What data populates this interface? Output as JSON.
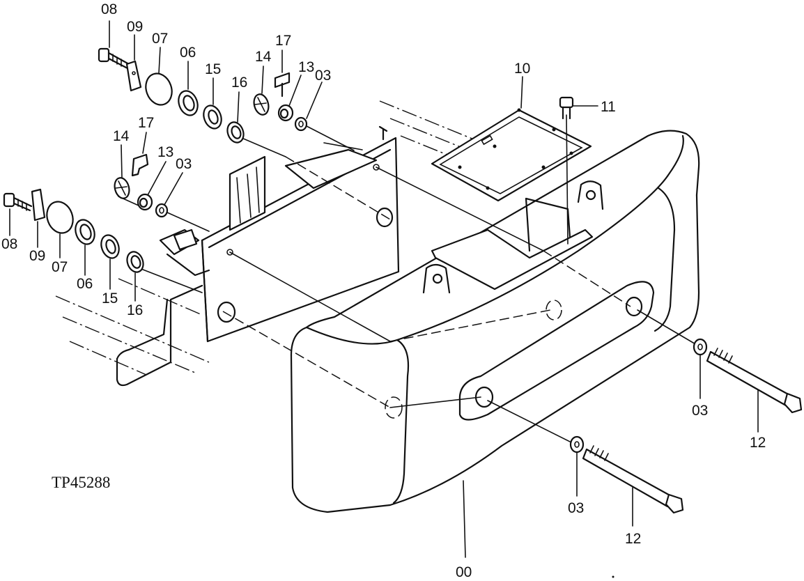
{
  "figure_id": "TP45288",
  "callouts": {
    "c08a": "08",
    "c09a": "09",
    "c07a": "07",
    "c06a": "06",
    "c15a": "15",
    "c16a": "16",
    "c14a": "14",
    "c17a": "17",
    "c13a": "13",
    "c03a": "03",
    "c10": "10",
    "c11": "11",
    "c17b": "17",
    "c14b": "14",
    "c13b": "13",
    "c03b": "03",
    "c08b": "08",
    "c09b": "09",
    "c07b": "07",
    "c06b": "06",
    "c15b": "15",
    "c16b": "16",
    "c03c": "03",
    "c12a": "12",
    "c03d": "03",
    "c12b": "12",
    "c00": "00"
  }
}
